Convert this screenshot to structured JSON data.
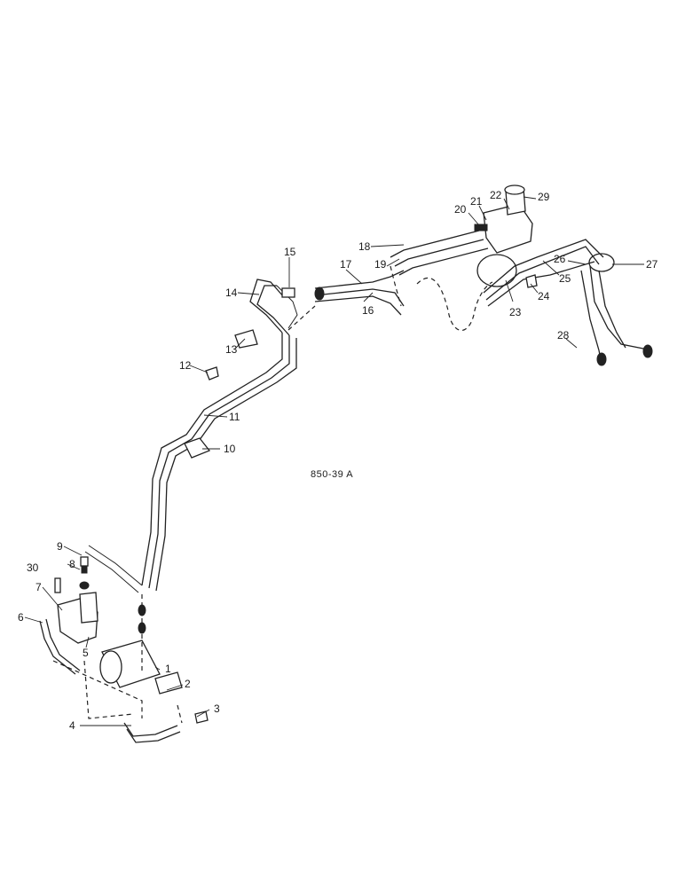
{
  "diagram": {
    "reference_code": "850-39 A",
    "callouts": [
      "1",
      "2",
      "3",
      "4",
      "5",
      "6",
      "7",
      "8",
      "9",
      "10",
      "11",
      "12",
      "13",
      "14",
      "15",
      "16",
      "17",
      "18",
      "19",
      "20",
      "21",
      "22",
      "23",
      "24",
      "25",
      "26",
      "27",
      "28",
      "29",
      "30"
    ]
  }
}
